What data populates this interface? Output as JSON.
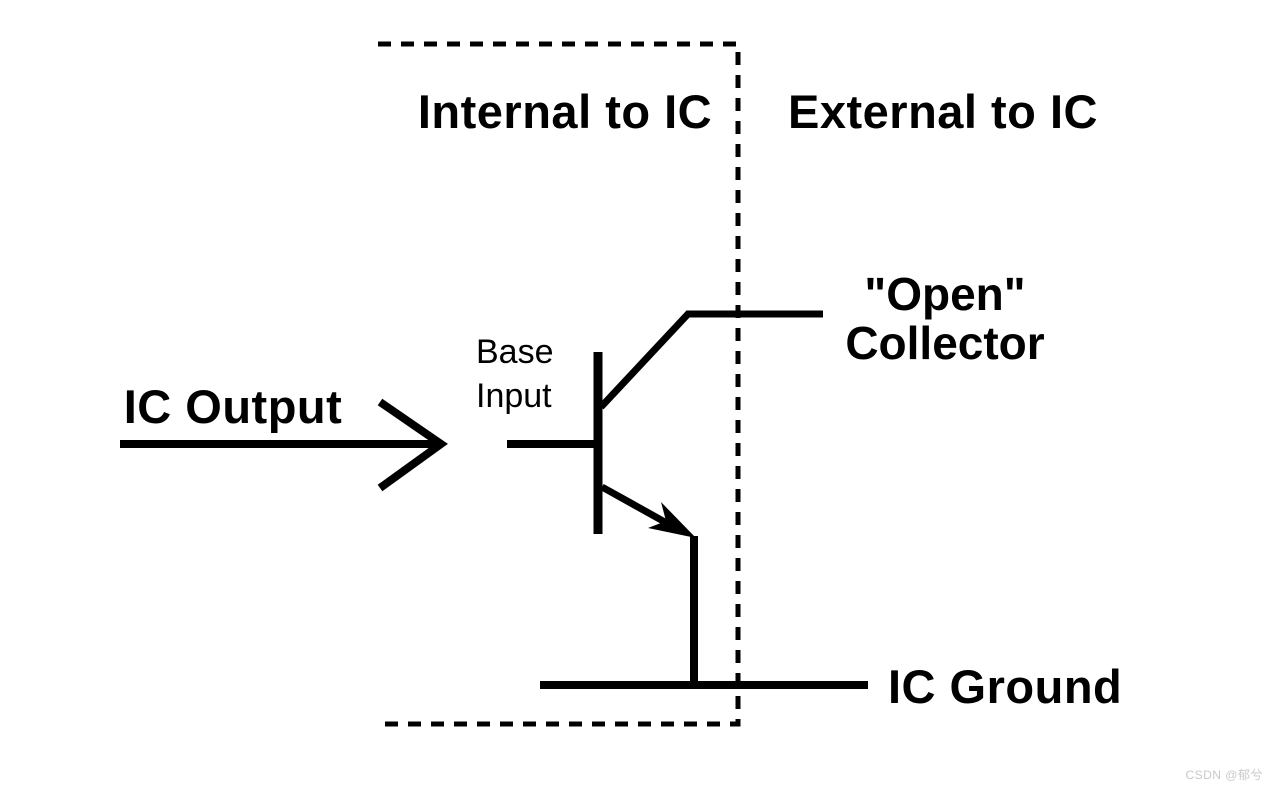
{
  "colors": {
    "ink": "#000000",
    "background": "#ffffff",
    "watermark": "#c9c9c9"
  },
  "diagram": {
    "regions": {
      "internal_label": "Internal to IC",
      "external_label": "External to IC"
    },
    "labels": {
      "ic_output": "IC Output",
      "base_line1": "Base",
      "base_line2": "Input",
      "open_line1": "\"Open\"",
      "open_line2": "Collector",
      "ic_ground": "IC Ground"
    },
    "symbols": {
      "boundary": "ic-boundary-dashed-outline",
      "output_arrow": "right-chevron-arrow",
      "transistor": "npn-transistor-open-collector"
    }
  },
  "watermark": {
    "text": "CSDN @郁兮"
  }
}
